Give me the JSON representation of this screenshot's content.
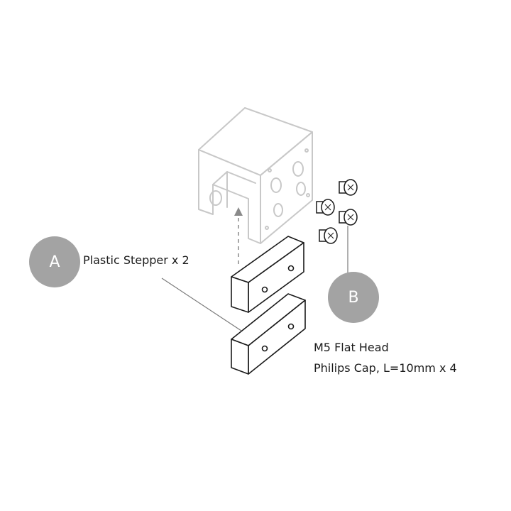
{
  "callouts": {
    "a": {
      "letter": "A",
      "label": "Plastic Stepper x 2"
    },
    "b": {
      "letter": "B",
      "label_line1": "M5 Flat Head",
      "label_line2": "Philips Cap, L=10mm x 4"
    }
  },
  "colors": {
    "callout_circle": "#a3a3a3",
    "bracket_line": "#c8c8c8",
    "part_line": "#1a1a1a",
    "leader_line": "#7a7a7a"
  },
  "icons": {
    "bracket": "u-bracket-drawing",
    "stepper": "rectangular-block-drawing",
    "screw": "flat-head-screw-drawing",
    "arrow": "dashed-up-arrow"
  }
}
